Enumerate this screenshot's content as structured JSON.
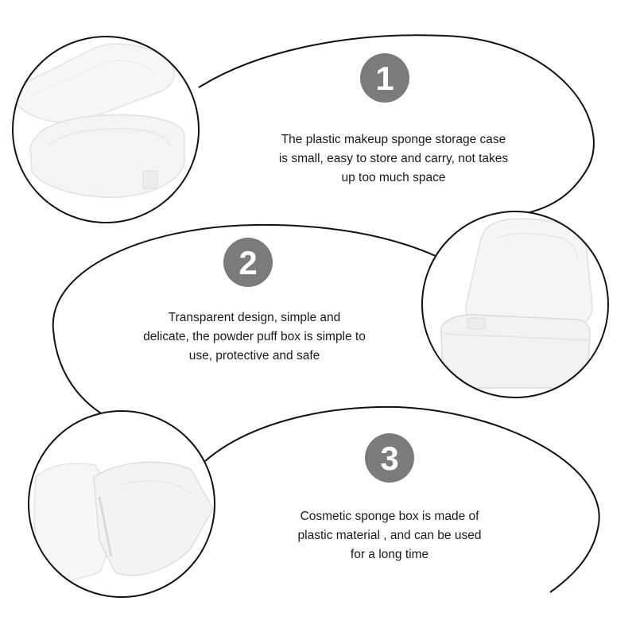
{
  "colors": {
    "background": "#ffffff",
    "outline": "#111111",
    "badge": "#7b7b7b",
    "badge_text": "#ffffff",
    "text": "#1a1a1a",
    "product": "#f3f3f3",
    "product_edge": "#dcdcdc"
  },
  "features": [
    {
      "number": "1",
      "lines": [
        "The plastic makeup sponge storage case",
        "is small, easy to store and carry, not takes",
        "up too much space"
      ]
    },
    {
      "number": "2",
      "lines": [
        "Transparent design, simple and",
        "delicate, the powder puff box is simple to",
        "use, protective and safe"
      ]
    },
    {
      "number": "3",
      "lines": [
        "Cosmetic sponge box is made of",
        "plastic material , and can be used",
        "for a long time"
      ]
    }
  ]
}
